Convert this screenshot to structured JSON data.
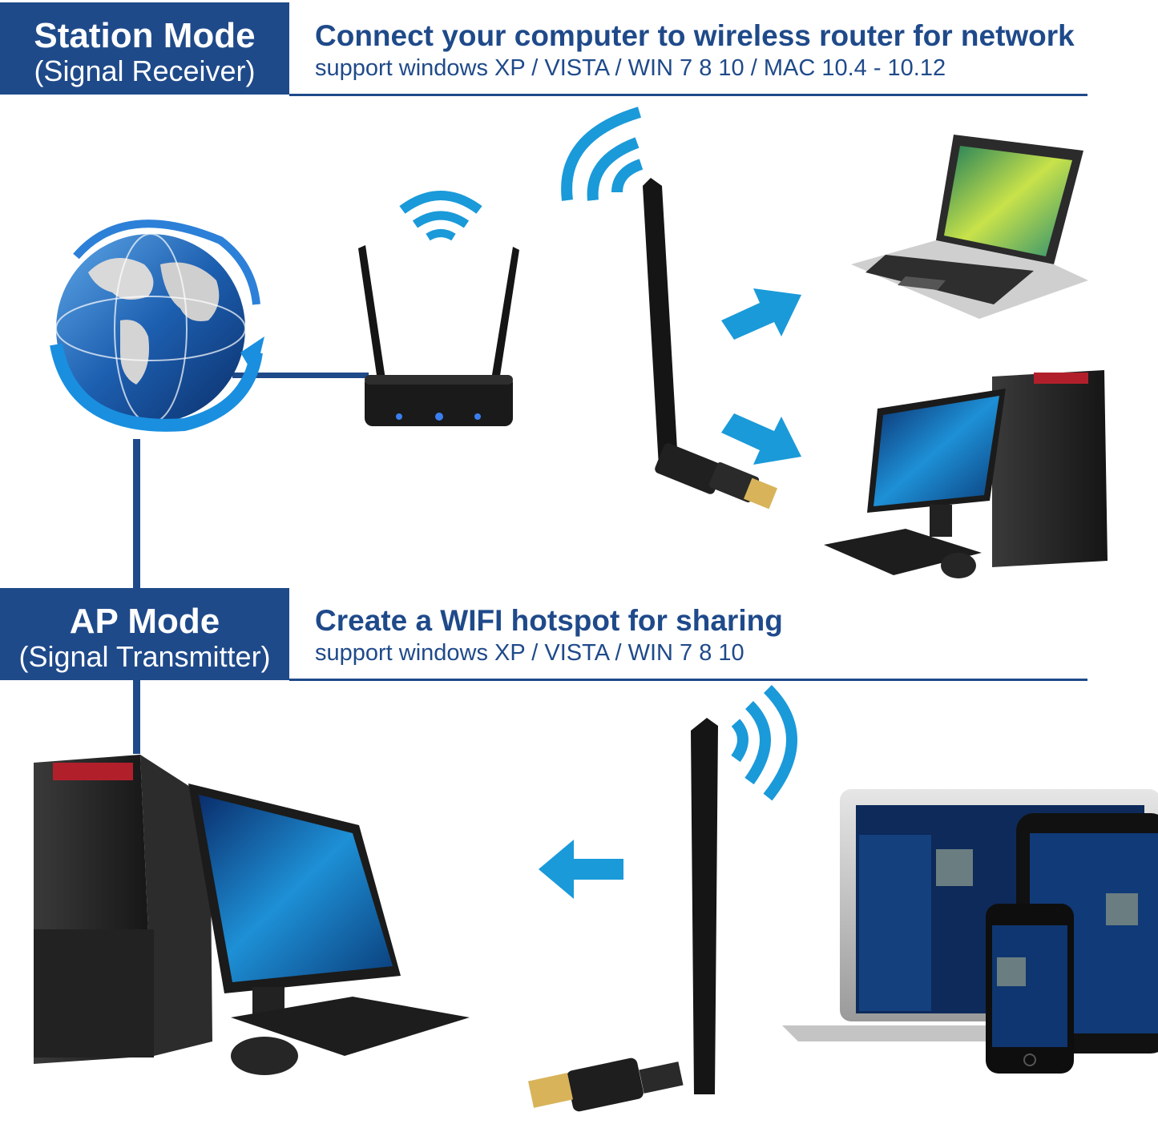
{
  "station": {
    "title": "Station Mode",
    "subtitle": "(Signal Receiver)",
    "headline": "Connect your computer to wireless router for network",
    "support": "support windows XP / VISTA / WIN 7 8 10 / MAC 10.4 - 10.12"
  },
  "ap": {
    "title": "AP Mode",
    "subtitle": "(Signal Transmitter)",
    "headline": "Create a WIFI hotspot for sharing",
    "support": "support windows XP / VISTA / WIN 7 8 10"
  },
  "colors": {
    "brand": "#1f4a8a",
    "accent": "#1a9ad9",
    "device": "#1c1c1c"
  },
  "icons": [
    "globe-icon",
    "router-icon",
    "wifi-icon",
    "usb-adapter-icon",
    "laptop-icon",
    "desktop-computer-icon",
    "arrow-right-icon",
    "arrow-left-icon",
    "tablet-icon",
    "phone-icon"
  ]
}
